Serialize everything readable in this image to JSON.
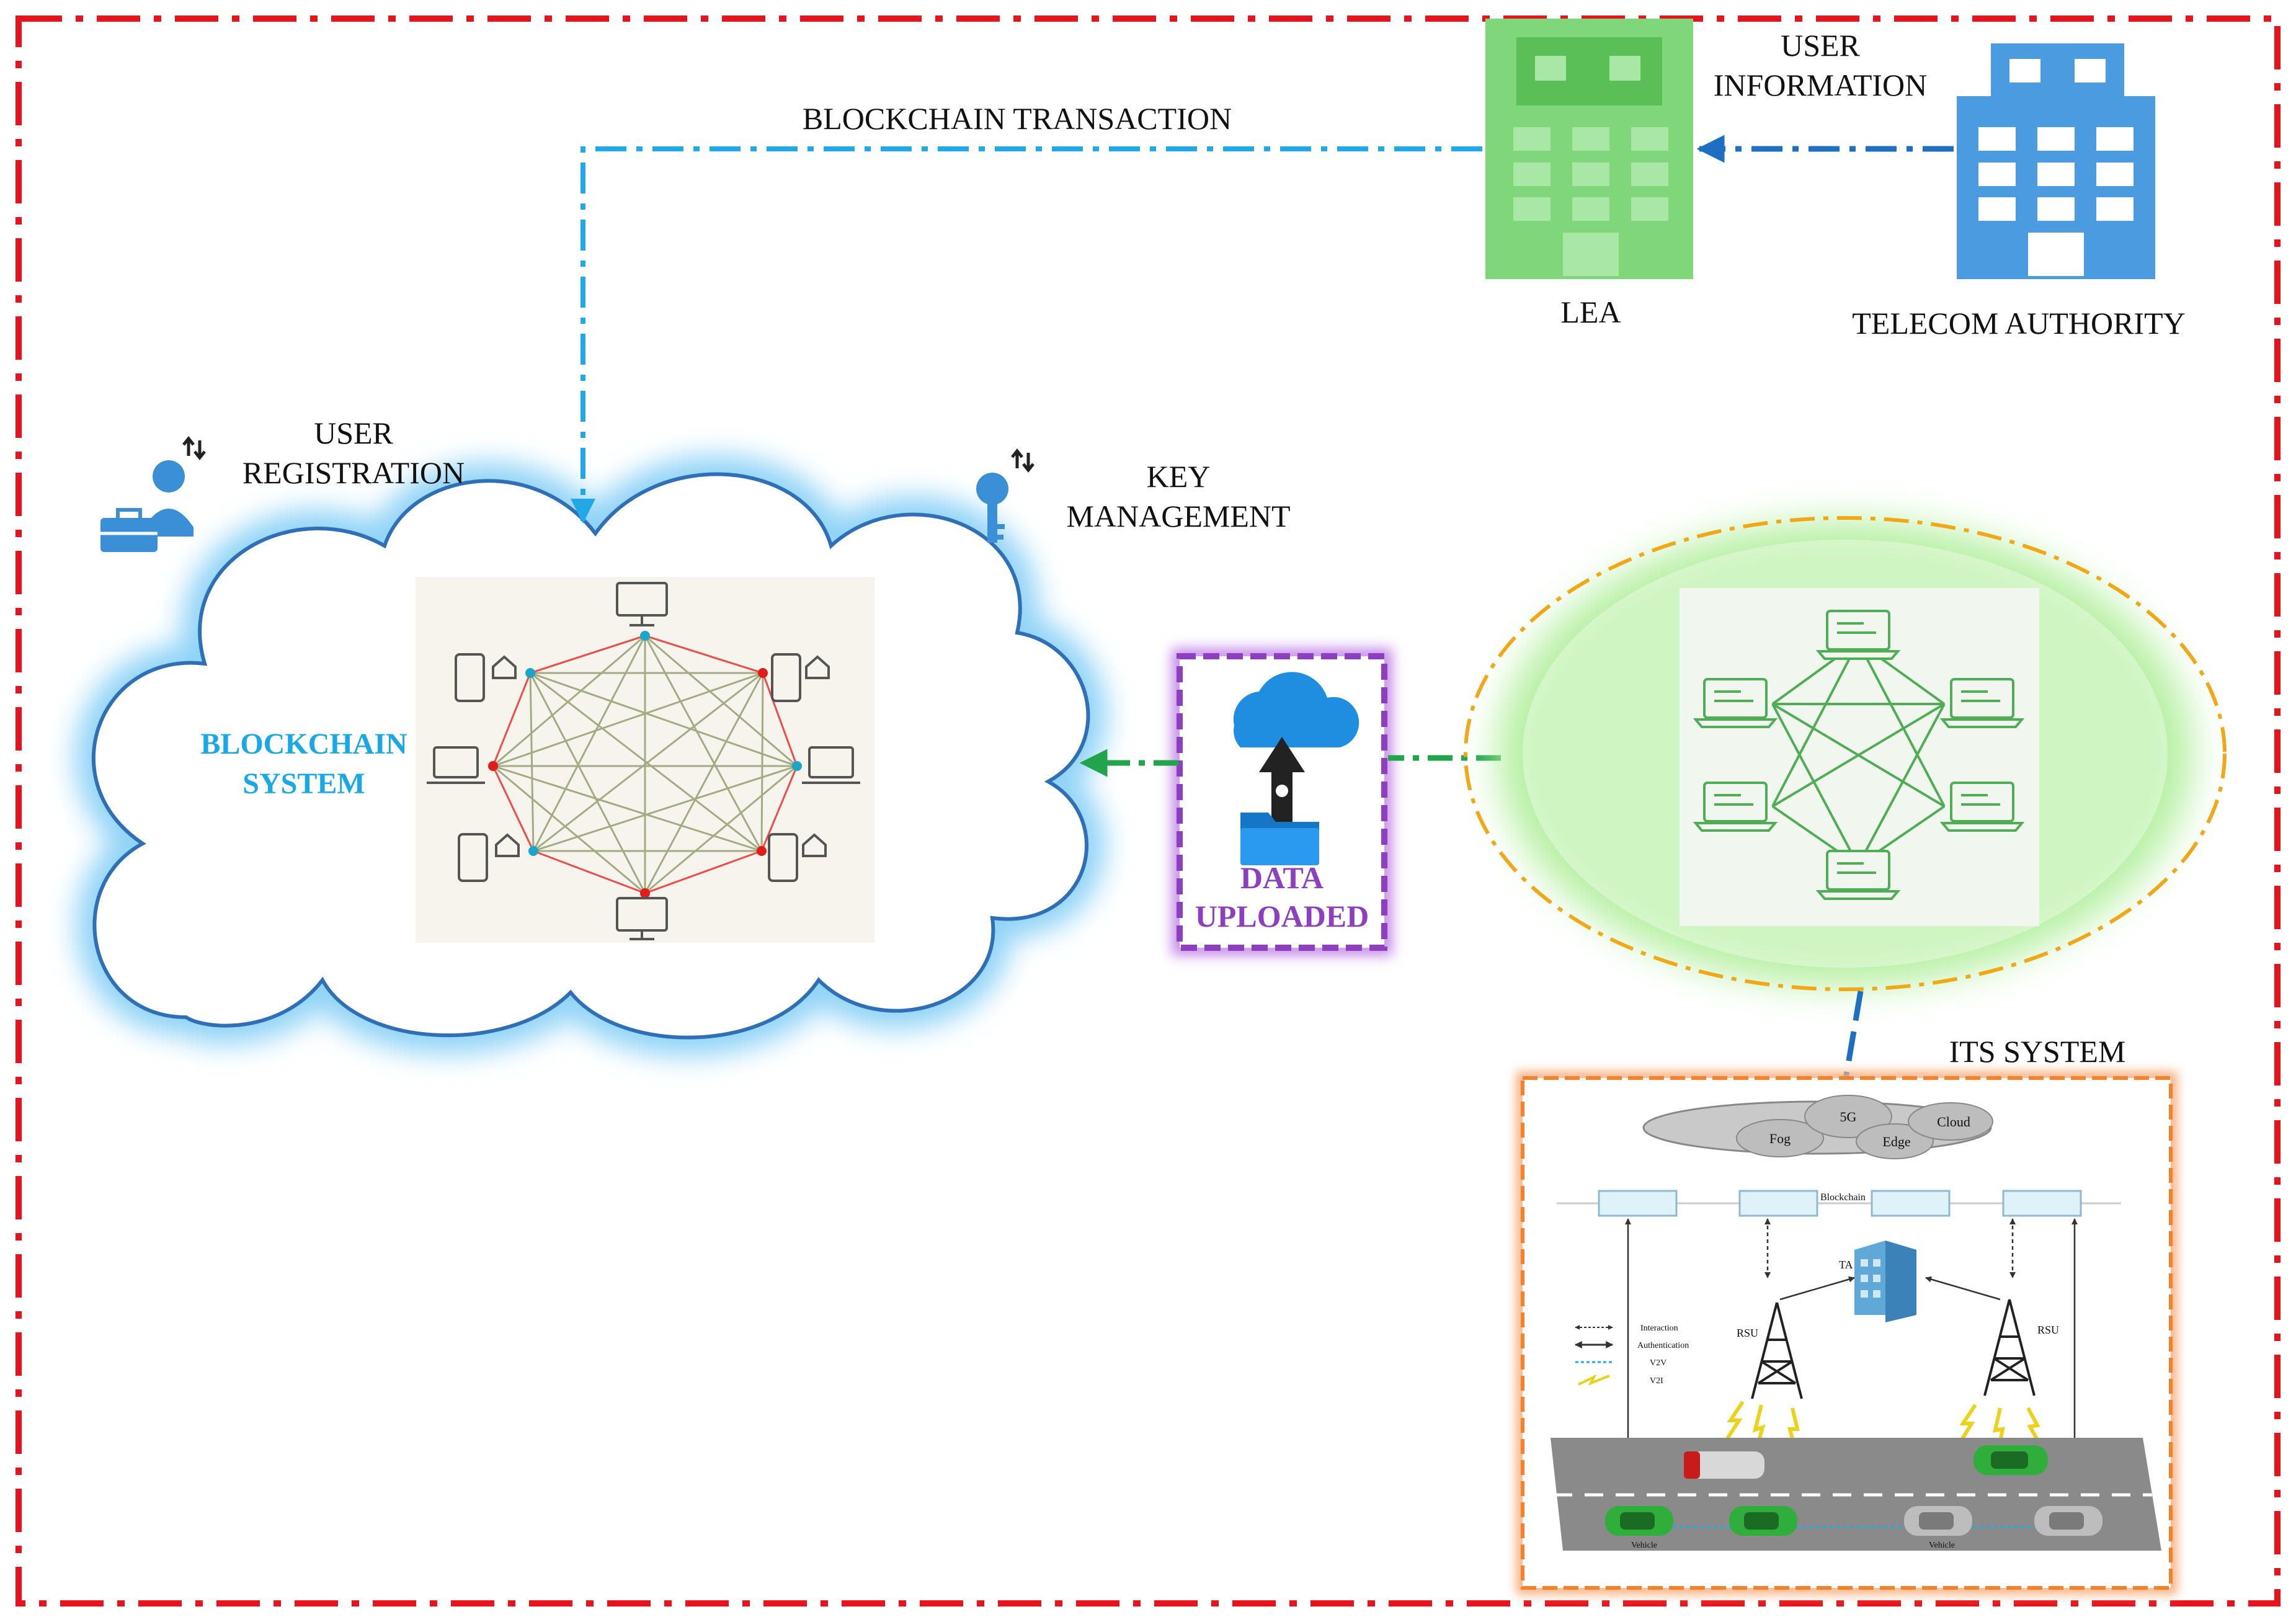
{
  "labels": {
    "blockchain_transaction": "BLOCKCHAIN TRANSACTION",
    "user_information": [
      "USER",
      "INFORMATION"
    ],
    "lea": "LEA",
    "telecom_authority": "TELECOM AUTHORITY",
    "user_registration": [
      "USER",
      "REGISTRATION"
    ],
    "key_management": [
      "KEY",
      "MANAGEMENT"
    ],
    "blockchain_system": [
      "BLOCKCHAIN",
      "SYSTEM"
    ],
    "data_uploaded": [
      "DATA",
      "UPLOADED"
    ],
    "its_system": "ITS SYSTEM"
  },
  "its_inset": {
    "cloud_labels": [
      "Fog",
      "5G",
      "Edge",
      "Cloud"
    ],
    "blockchain_label": "Blockchain",
    "ta_label": "TA",
    "rsu_labels": [
      "RSU",
      "RSU"
    ],
    "legend": [
      "Interaction",
      "Authentication",
      "V2V",
      "V2I"
    ],
    "vehicle_labels": [
      "Vehicle",
      "Vehicle"
    ]
  },
  "colors": {
    "frame": "#e8141b",
    "cloud_glow": "#8fd3f7",
    "cloud_stroke": "#2f6fb5",
    "blockchain_text": "#1aa7e6",
    "lea_building": "#7fd77a",
    "telecom_building": "#4a9be0",
    "data_box": "#8e3fbf",
    "network_glow": "#b6f0a2",
    "network_ring": "#f0a818",
    "its_frame": "#f5822a",
    "arrow_blockchain": "#22a8e6",
    "arrow_user_info": "#1e6fc2",
    "arrow_data": "#22a34c"
  },
  "icons": [
    "user-briefcase-icon",
    "key-icon",
    "cloud-upload-icon",
    "folder-icon",
    "monitor-icon",
    "laptop-icon",
    "phone-home-icon",
    "building-icon",
    "tower-icon",
    "car-icon"
  ]
}
